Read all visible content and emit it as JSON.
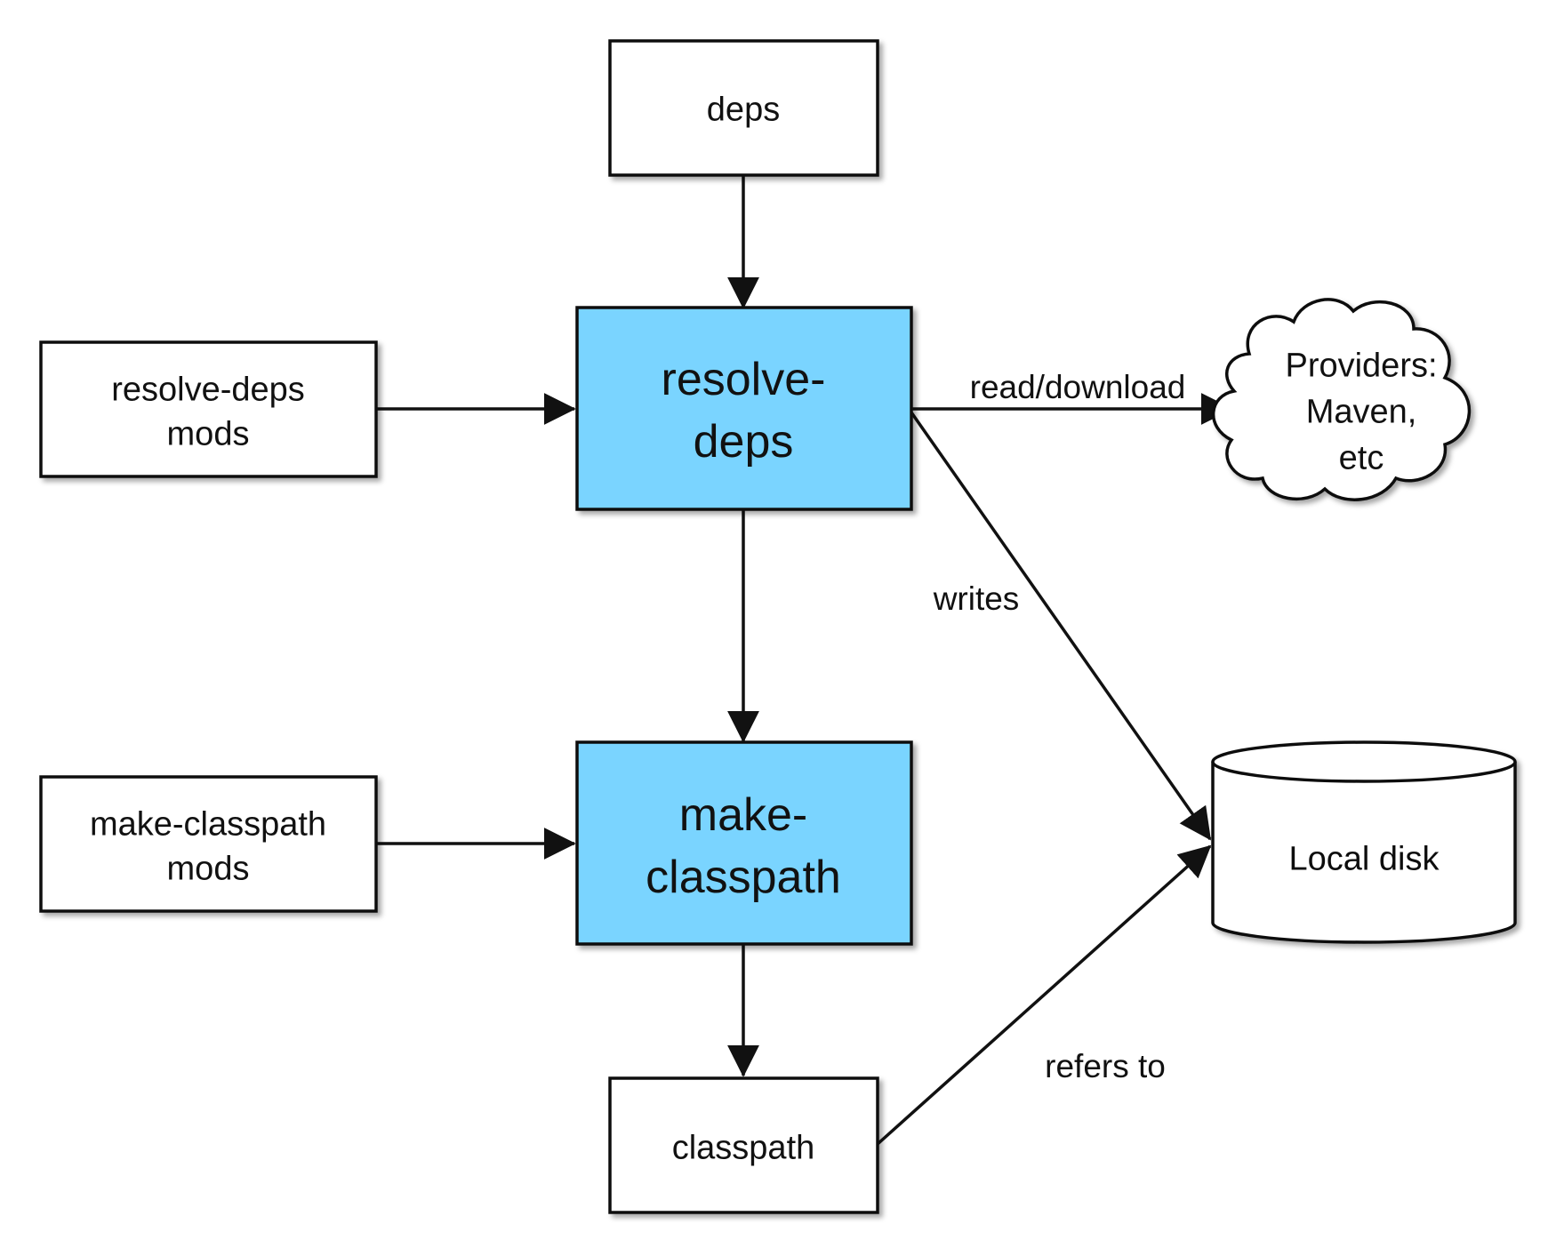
{
  "colors": {
    "stroke": "#111111",
    "process_fill": "#7ad4ff",
    "plain_fill": "#ffffff",
    "shadow": "#9a9a9a"
  },
  "nodes": {
    "deps": {
      "lines": [
        "deps"
      ]
    },
    "resolve_deps_mods": {
      "lines": [
        "resolve-deps",
        "mods"
      ]
    },
    "resolve_deps": {
      "lines": [
        "resolve-",
        "deps"
      ]
    },
    "providers": {
      "lines": [
        "Providers:",
        "Maven,",
        "etc"
      ]
    },
    "make_classpath_mods": {
      "lines": [
        "make-classpath",
        "mods"
      ]
    },
    "make_classpath": {
      "lines": [
        "make-",
        "classpath"
      ]
    },
    "local_disk": {
      "lines": [
        "Local disk"
      ]
    },
    "classpath": {
      "lines": [
        "classpath"
      ]
    }
  },
  "edges": {
    "read_download": "read/download",
    "writes": "writes",
    "refers_to": "refers to"
  }
}
